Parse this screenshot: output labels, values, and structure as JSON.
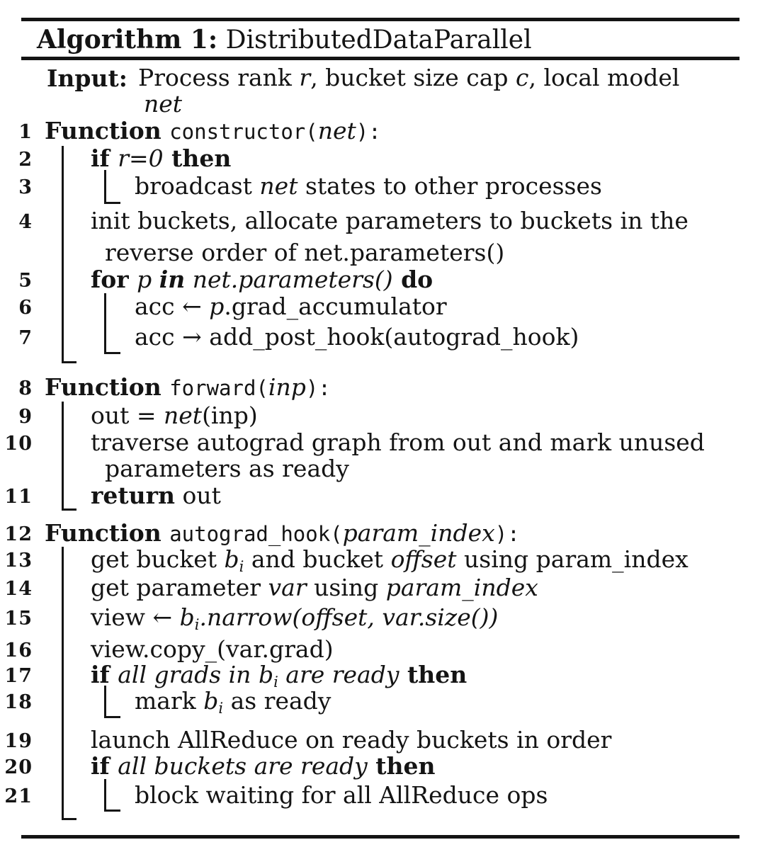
{
  "colors": {
    "text": "#141414",
    "background": "#ffffff"
  },
  "header": {
    "label": "Algorithm 1:",
    "title": "DistributedDataParallel"
  },
  "input": {
    "keyword": "Input:"
  },
  "rows": [
    {
      "num": "",
      "segments": [
        {
          "t": "Process rank ",
          "s": "r"
        },
        {
          "t": "r",
          "s": "i"
        },
        {
          "t": ", bucket size cap ",
          "s": "r"
        },
        {
          "t": "c",
          "s": "i"
        },
        {
          "t": ", local model",
          "s": "r"
        }
      ]
    },
    {
      "num": "",
      "segments": [
        {
          "t": "net",
          "s": "i"
        }
      ]
    },
    {
      "num": "1",
      "segments": [
        {
          "t": "Function ",
          "s": "b"
        },
        {
          "t": "constructor(",
          "s": "m"
        },
        {
          "t": "net",
          "s": "i"
        },
        {
          "t": "):",
          "s": "m"
        }
      ]
    },
    {
      "num": "2",
      "segments": [
        {
          "t": "if ",
          "s": "b"
        },
        {
          "t": "r=0",
          "s": "i"
        },
        {
          "t": " then",
          "s": "b"
        }
      ]
    },
    {
      "num": "3",
      "segments": [
        {
          "t": "broadcast ",
          "s": "r"
        },
        {
          "t": "net",
          "s": "i"
        },
        {
          "t": " states to other processes",
          "s": "r"
        }
      ]
    },
    {
      "num": "4",
      "segments": [
        {
          "t": "init buckets, allocate parameters to buckets in the",
          "s": "r"
        }
      ]
    },
    {
      "num": "",
      "segments": [
        {
          "t": "reverse order of net.parameters()",
          "s": "r"
        }
      ]
    },
    {
      "num": "5",
      "segments": [
        {
          "t": "for ",
          "s": "b"
        },
        {
          "t": "p ",
          "s": "i"
        },
        {
          "t": "in",
          "s": "bi"
        },
        {
          "t": " net.parameters()",
          "s": "i"
        },
        {
          "t": " do",
          "s": "b"
        }
      ]
    },
    {
      "num": "6",
      "segments": [
        {
          "t": "acc ← ",
          "s": "r"
        },
        {
          "t": "p",
          "s": "i"
        },
        {
          "t": ".grad_accumulator",
          "s": "r"
        }
      ]
    },
    {
      "num": "7",
      "segments": [
        {
          "t": "acc → add_post_hook(autograd_hook)",
          "s": "r"
        }
      ]
    },
    {
      "num": "8",
      "segments": [
        {
          "t": "Function ",
          "s": "b"
        },
        {
          "t": "forward(",
          "s": "m"
        },
        {
          "t": "inp",
          "s": "i"
        },
        {
          "t": "):",
          "s": "m"
        }
      ]
    },
    {
      "num": "9",
      "segments": [
        {
          "t": "out = ",
          "s": "r"
        },
        {
          "t": "net",
          "s": "i"
        },
        {
          "t": "(inp)",
          "s": "r"
        }
      ]
    },
    {
      "num": "10",
      "segments": [
        {
          "t": "traverse autograd graph from out and mark unused",
          "s": "r"
        }
      ]
    },
    {
      "num": "",
      "segments": [
        {
          "t": "parameters as ready",
          "s": "r"
        }
      ]
    },
    {
      "num": "11",
      "segments": [
        {
          "t": "return",
          "s": "b"
        },
        {
          "t": " out",
          "s": "r"
        }
      ]
    },
    {
      "num": "12",
      "segments": [
        {
          "t": "Function ",
          "s": "b"
        },
        {
          "t": "autograd_hook(",
          "s": "m"
        },
        {
          "t": "param_index",
          "s": "i"
        },
        {
          "t": "):",
          "s": "m"
        }
      ]
    },
    {
      "num": "13",
      "segments": [
        {
          "t": "get bucket ",
          "s": "r"
        },
        {
          "t": "b",
          "s": "i"
        },
        {
          "t": "i",
          "s": "sub"
        },
        {
          "t": " and bucket ",
          "s": "r"
        },
        {
          "t": "offset",
          "s": "i"
        },
        {
          "t": " using param_index",
          "s": "r"
        }
      ]
    },
    {
      "num": "14",
      "segments": [
        {
          "t": "get parameter ",
          "s": "r"
        },
        {
          "t": "var",
          "s": "i"
        },
        {
          "t": " using ",
          "s": "r"
        },
        {
          "t": "param_index",
          "s": "i"
        }
      ]
    },
    {
      "num": "15",
      "segments": [
        {
          "t": "view ← ",
          "s": "r"
        },
        {
          "t": "b",
          "s": "i"
        },
        {
          "t": "i",
          "s": "sub"
        },
        {
          "t": ".narrow(offset, var.size())",
          "s": "i"
        }
      ]
    },
    {
      "num": "16",
      "segments": [
        {
          "t": "view.copy_(var.grad)",
          "s": "r"
        }
      ]
    },
    {
      "num": "17",
      "segments": [
        {
          "t": "if ",
          "s": "b"
        },
        {
          "t": "all grads in ",
          "s": "i"
        },
        {
          "t": "b",
          "s": "i"
        },
        {
          "t": "i",
          "s": "sub"
        },
        {
          "t": " are ready",
          "s": "i"
        },
        {
          "t": " then",
          "s": "b"
        }
      ]
    },
    {
      "num": "18",
      "segments": [
        {
          "t": "mark ",
          "s": "r"
        },
        {
          "t": "b",
          "s": "i"
        },
        {
          "t": "i",
          "s": "sub"
        },
        {
          "t": " as ready",
          "s": "r"
        }
      ]
    },
    {
      "num": "19",
      "segments": [
        {
          "t": "launch AllReduce on ready buckets in order",
          "s": "r"
        }
      ]
    },
    {
      "num": "20",
      "segments": [
        {
          "t": "if ",
          "s": "b"
        },
        {
          "t": "all buckets are ready",
          "s": "i"
        },
        {
          "t": " then",
          "s": "b"
        }
      ]
    },
    {
      "num": "21",
      "segments": [
        {
          "t": "block waiting for all AllReduce ops",
          "s": "r"
        }
      ]
    }
  ]
}
